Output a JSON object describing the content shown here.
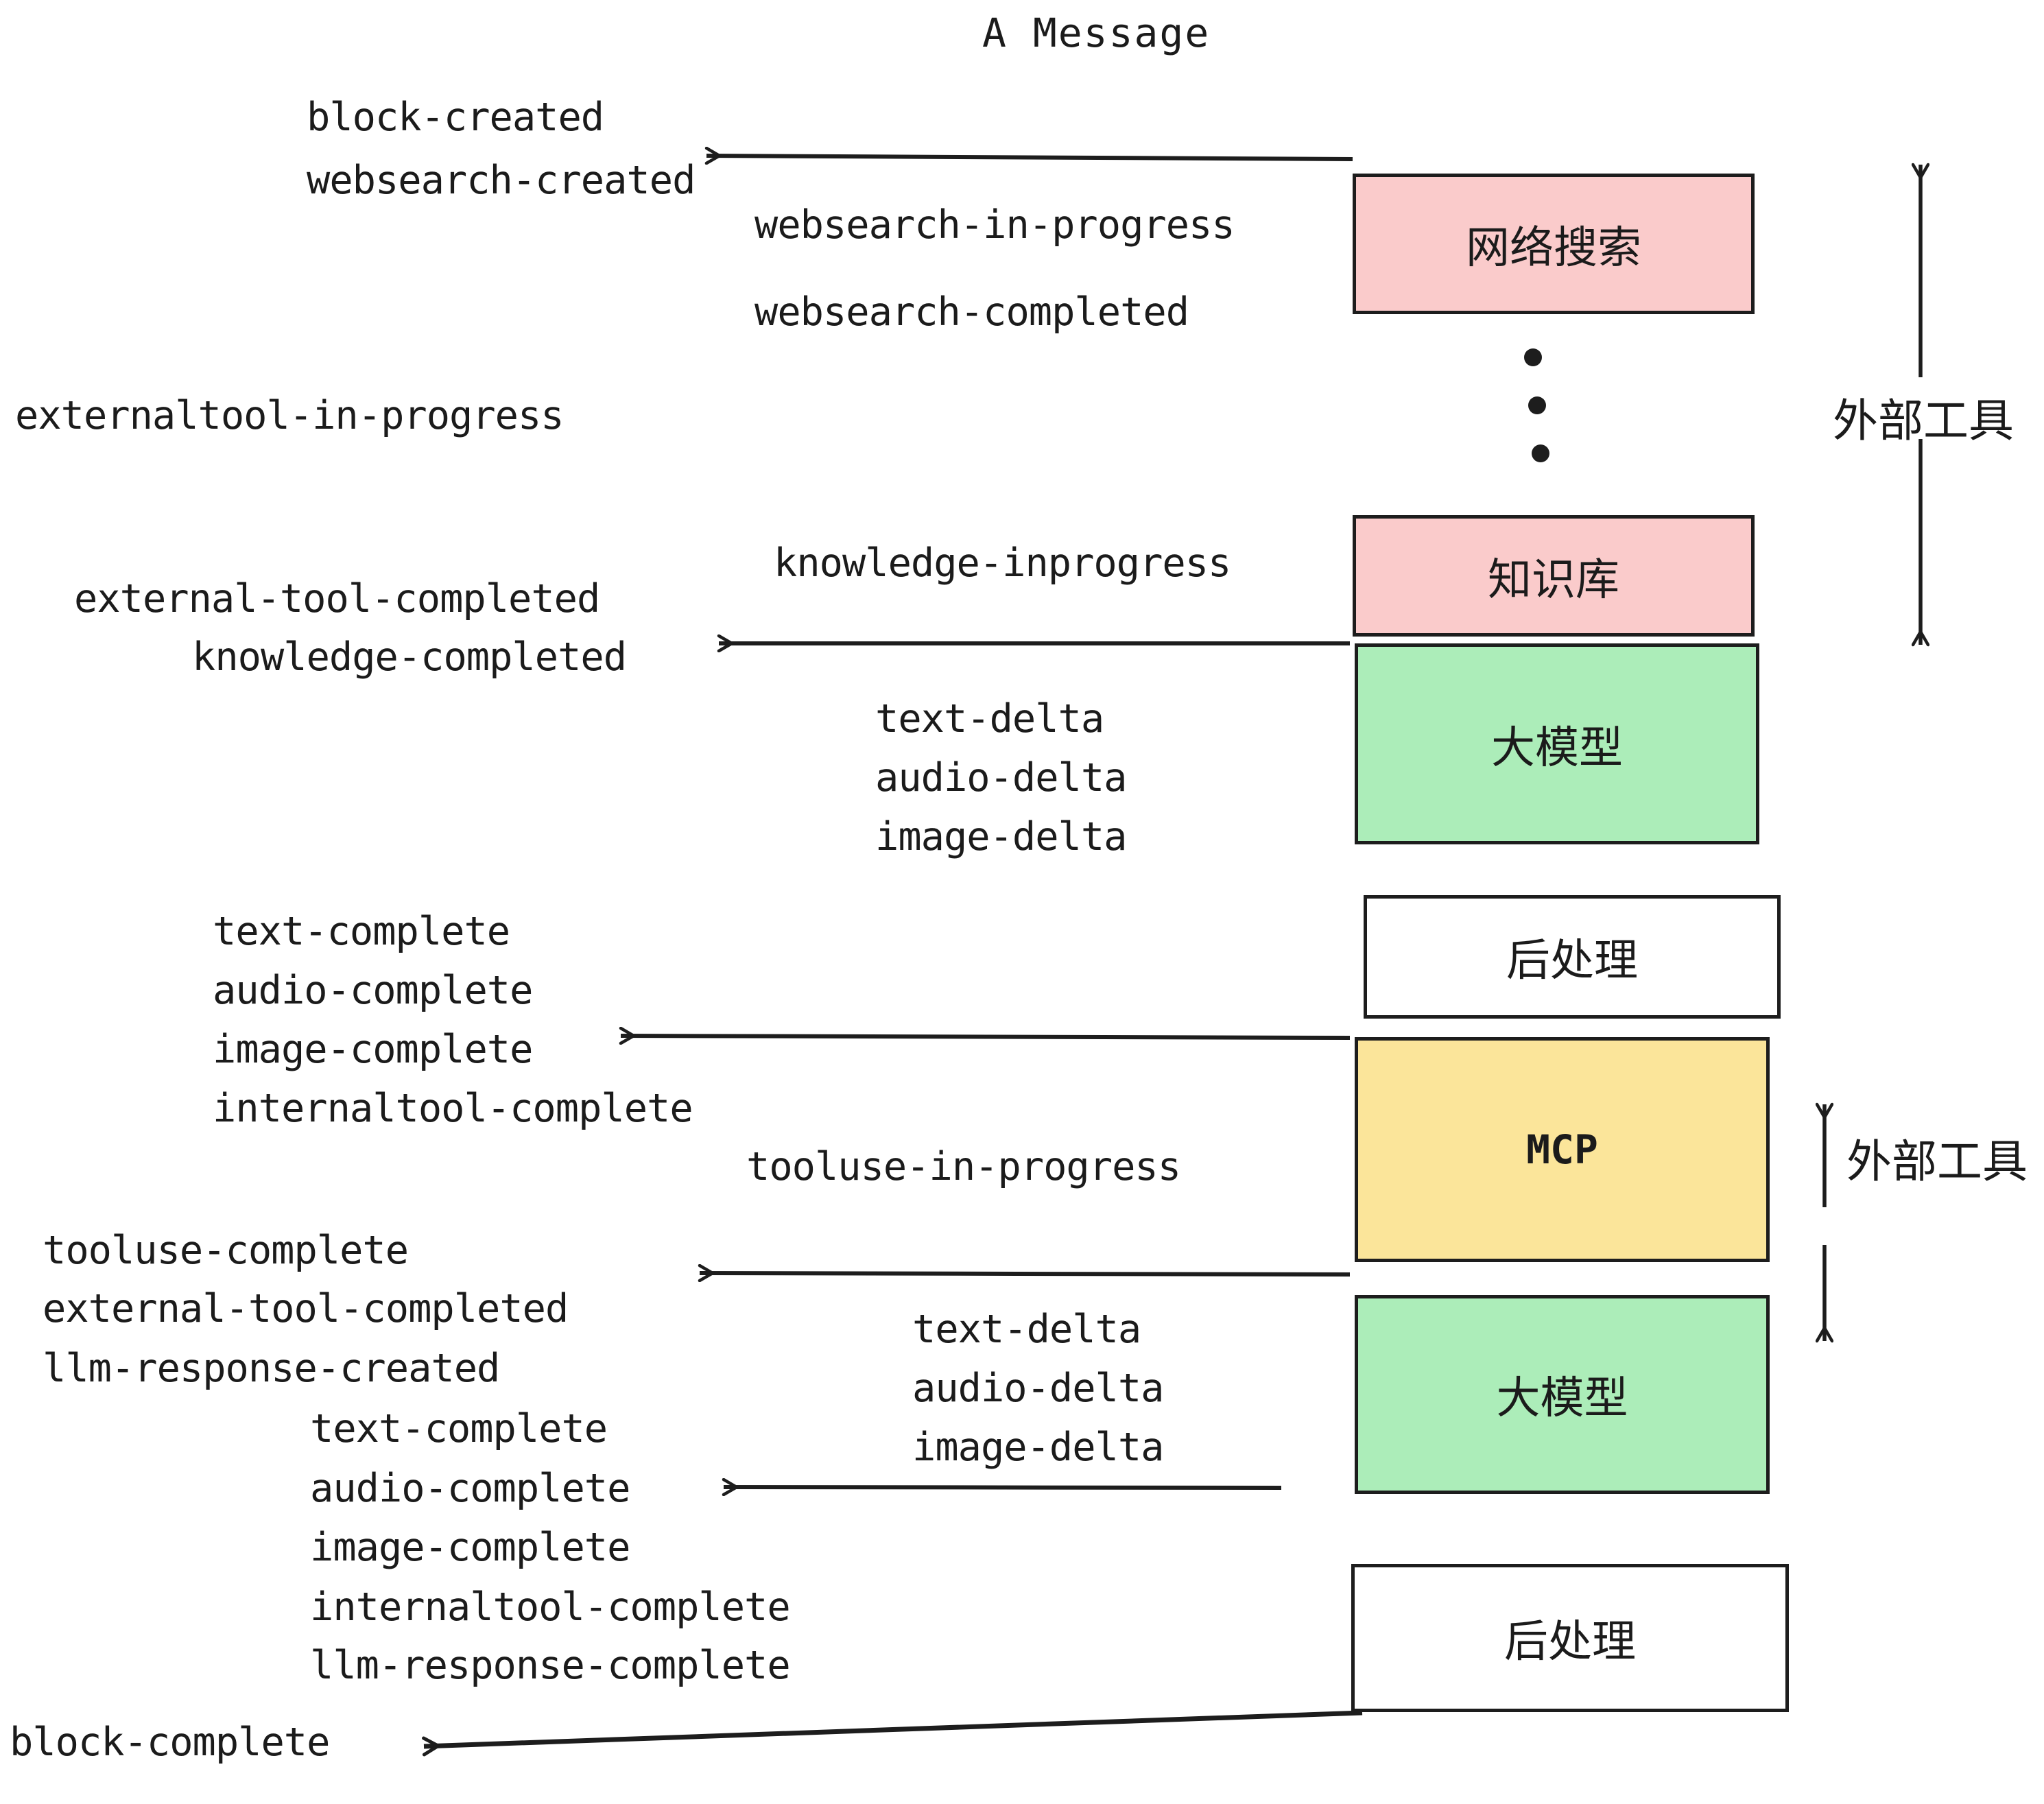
{
  "title": "A Message",
  "colors": {
    "stroke": "#1d1d1d",
    "pink": "#FACBCB",
    "green": "#ACEDB9",
    "yellow": "#FBE59A",
    "white": "#FFFFFF",
    "text": "#1b1b1b",
    "background": "#FFFFFF"
  },
  "boxes": [
    {
      "id": "websearch",
      "label": "网络搜索",
      "fill": "pink"
    },
    {
      "id": "knowledge",
      "label": "知识库",
      "fill": "pink"
    },
    {
      "id": "llm-1",
      "label": "大模型",
      "fill": "green"
    },
    {
      "id": "postproc-1",
      "label": "后处理",
      "fill": "white"
    },
    {
      "id": "mcp",
      "label": "MCP",
      "fill": "yellow"
    },
    {
      "id": "llm-2",
      "label": "大模型",
      "fill": "green"
    },
    {
      "id": "postproc-2",
      "label": "后处理",
      "fill": "white"
    }
  ],
  "side_annotations": [
    {
      "id": "external-tools-top",
      "label": "外部工具"
    },
    {
      "id": "external-tools-bottom",
      "label": "外部工具"
    }
  ],
  "events": {
    "block_created": "block-created",
    "websearch_created": "websearch-created",
    "websearch_in_progress": "websearch-in-progress",
    "websearch_completed": "websearch-completed",
    "externaltool_in_progress": "externaltool-in-progress",
    "knowledge_inprogress": "knowledge-inprogress",
    "external_tool_completed_1": "external-tool-completed",
    "knowledge_completed": "knowledge-completed",
    "text_delta_1": "text-delta",
    "audio_delta_1": "audio-delta",
    "image_delta_1": "image-delta",
    "text_complete_1": "text-complete",
    "audio_complete_1": "audio-complete",
    "image_complete_1": "image-complete",
    "internaltool_complete_1": "internaltool-complete",
    "tooluse_in_progress": "tooluse-in-progress",
    "tooluse_complete": "tooluse-complete",
    "external_tool_completed_2": "external-tool-completed",
    "llm_response_created": "llm-response-created",
    "text_delta_2": "text-delta",
    "audio_delta_2": "audio-delta",
    "image_delta_2": "image-delta",
    "text_complete_2": "text-complete",
    "audio_complete_2": "audio-complete",
    "image_complete_2": "image-complete",
    "internaltool_complete_2": "internaltool-complete",
    "llm_response_complete": "llm-response-complete",
    "block_complete": "block-complete"
  },
  "ellipsis": {
    "id": "vertical-ellipsis",
    "dots": 3
  }
}
